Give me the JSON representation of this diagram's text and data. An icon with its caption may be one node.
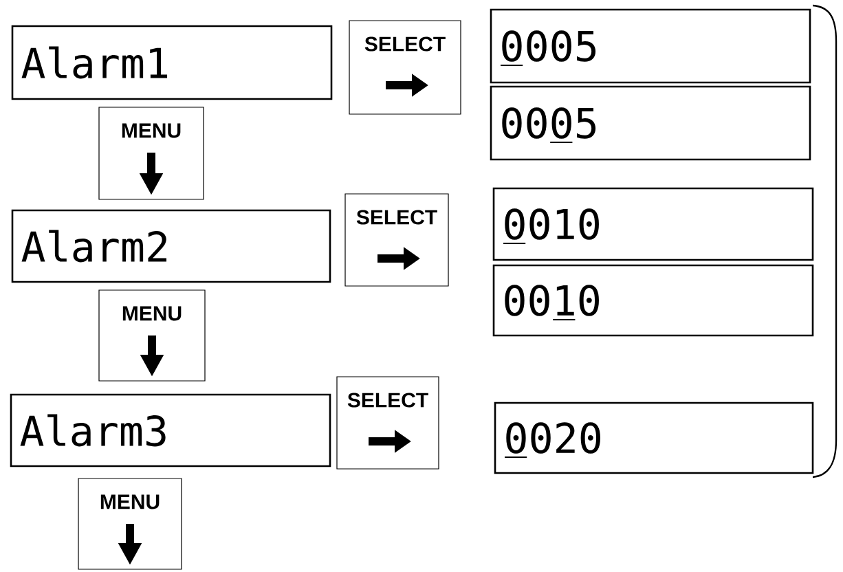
{
  "diagram": {
    "nodes": [
      {
        "text": [
          "Alarm1"
        ]
      },
      {
        "text": [
          "SELECT"
        ]
      },
      {
        "text": [
          "0005"
        ]
      },
      {
        "text": [
          "0005"
        ]
      },
      {
        "text": [
          "MENU"
        ]
      },
      {
        "text": [
          "Alarm2"
        ]
      },
      {
        "text": [
          "SELECT"
        ]
      },
      {
        "text": [
          "0010"
        ]
      },
      {
        "text": [
          "0010"
        ]
      },
      {
        "text": [
          "MENU"
        ]
      },
      {
        "text": [
          "Alarm3"
        ]
      },
      {
        "text": [
          "SELECT"
        ]
      },
      {
        "text": [
          "0020"
        ]
      },
      {
        "text": [
          "MENU"
        ]
      }
    ]
  }
}
